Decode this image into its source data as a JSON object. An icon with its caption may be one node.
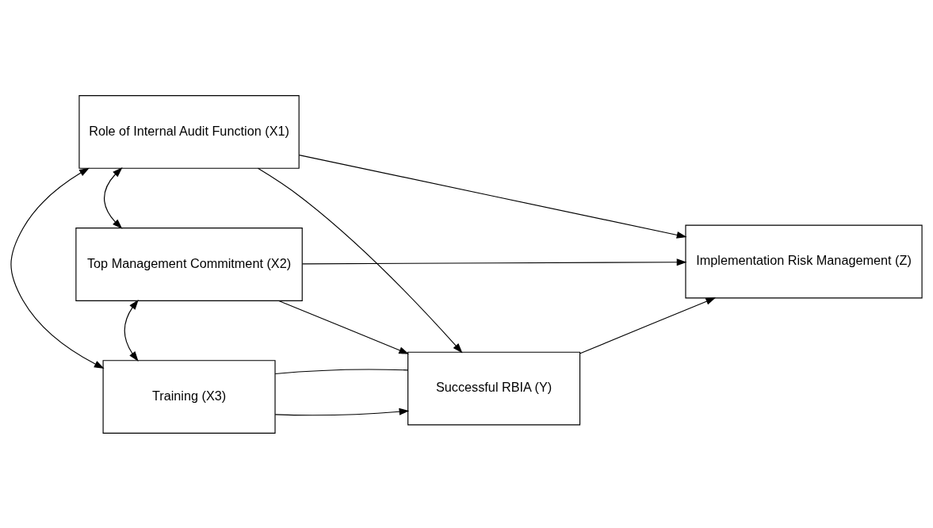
{
  "diagram": {
    "nodes": [
      {
        "text": [
          "Role of Internal Audit Function (X1)"
        ]
      },
      {
        "text": [
          "Top Management Commitment (X2)"
        ]
      },
      {
        "text": [
          "Training (X3)"
        ]
      },
      {
        "text": [
          "Successful RBIA (Y)"
        ]
      },
      {
        "text": [
          "Implementation Risk Management (Z)"
        ]
      }
    ],
    "edges": [
      {
        "from": 0,
        "to": 2,
        "arrow": "both"
      },
      {
        "from": 0,
        "to": 1,
        "arrow": "both"
      },
      {
        "from": 1,
        "to": 2,
        "arrow": "both"
      },
      {
        "from": 0,
        "to": 4,
        "arrow": "to"
      },
      {
        "from": 1,
        "to": 4,
        "arrow": "to"
      },
      {
        "from": 0,
        "to": 3,
        "arrow": "to"
      },
      {
        "from": 1,
        "to": 3,
        "arrow": "to"
      },
      {
        "from": 2,
        "to": 3,
        "arrow": "to"
      },
      {
        "from": 2,
        "to": 3,
        "arrow": "none"
      },
      {
        "from": 3,
        "to": 4,
        "arrow": "to"
      }
    ]
  }
}
